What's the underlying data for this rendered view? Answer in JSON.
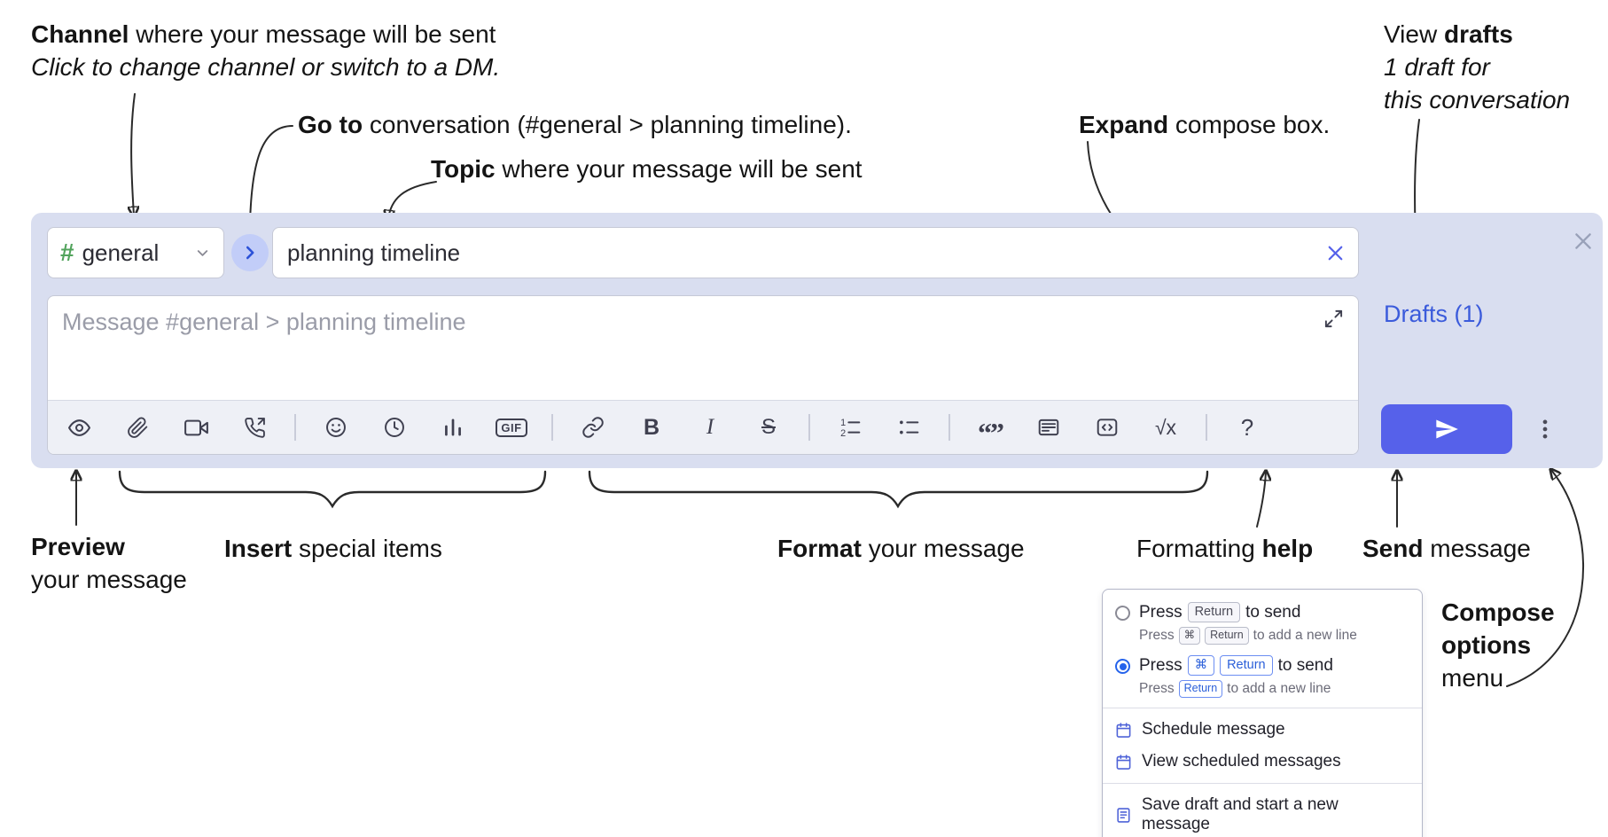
{
  "colors": {
    "accent": "#5661ea",
    "drafts_link": "#3b5bdb",
    "channel_hash_green": "#52a35c",
    "compose_background": "#d9def0",
    "selected_radio_blue": "#2563eb"
  },
  "annotations": {
    "channel": {
      "bold": "Channel",
      "rest": "where your message will be sent",
      "sub": "Click to change channel or switch to a DM."
    },
    "goto": {
      "bold": "Go to",
      "rest": "conversation (#general > planning timeline)."
    },
    "topic": {
      "bold": "Topic",
      "rest": "where your message will be sent"
    },
    "drafts": {
      "pre": "View",
      "bold": "drafts",
      "line2": "1 draft for",
      "line3": "this conversation"
    },
    "expand": {
      "bold": "Expand",
      "rest": "compose box."
    },
    "preview": {
      "bold": "Preview",
      "line2": "your message"
    },
    "insert": {
      "bold": "Insert",
      "rest": "special items"
    },
    "format": {
      "bold": "Format",
      "rest": "your message"
    },
    "help": {
      "pre": "Formatting",
      "bold": "help"
    },
    "send": {
      "bold": "Send",
      "rest": "message"
    },
    "compose_options": {
      "line1": "Compose",
      "line2": "options",
      "line3": "menu"
    }
  },
  "compose": {
    "channel_hash": "#",
    "channel_name": "general",
    "topic_value": "planning timeline",
    "message_placeholder": "Message #general > planning timeline",
    "drafts_label": "Drafts (1)"
  },
  "toolbar": {
    "icons": [
      "preview",
      "attach-file",
      "start-video-call",
      "start-voice-call",
      "emoji",
      "add-global-time",
      "poll",
      "gif",
      "link",
      "bold",
      "italic",
      "strikethrough",
      "numbered-list",
      "bulleted-list",
      "quote",
      "spoiler",
      "code",
      "math",
      "help"
    ],
    "bold_glyph": "B",
    "italic_glyph": "I",
    "strike_glyph": "S",
    "gif_glyph": "GIF",
    "quote_glyph": "“”",
    "math_glyph": "√x",
    "help_glyph": "?",
    "ol_1": "1",
    "ol_2": "2"
  },
  "popup": {
    "option1": {
      "press": "Press",
      "key1": "Return",
      "suffix": "to send",
      "sub_press": "Press",
      "sub_key1": "⌘",
      "sub_key2": "Return",
      "sub_suffix": "to add a new line"
    },
    "option2": {
      "press": "Press",
      "key1": "⌘",
      "key2": "Return",
      "suffix": "to send",
      "sub_press": "Press",
      "sub_key1": "Return",
      "sub_suffix": "to add a new line"
    },
    "items": {
      "schedule": "Schedule message",
      "view_scheduled": "View scheduled messages",
      "save_draft": "Save draft and start a new message"
    }
  }
}
